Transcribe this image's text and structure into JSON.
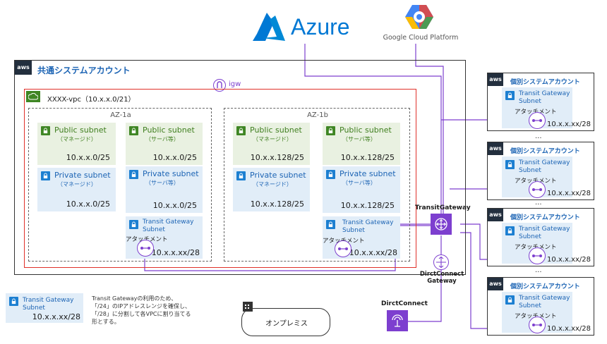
{
  "clouds": {
    "azure": "Azure",
    "gcp": "Google Cloud Platform"
  },
  "main_account": {
    "aws_logo": "aws",
    "title": "共通システムアカウント",
    "igw_label": "igw",
    "vpc_label": "XXXX-vpc（10.x.x.0/21）"
  },
  "az": [
    {
      "label": "AZ-1a",
      "subnets": [
        {
          "title": "Public subnet",
          "note": "（マネージド）",
          "cidr": "10.x.x.0/25"
        },
        {
          "title": "Public subnet",
          "note": "（サーバ等）",
          "cidr": "10.x.x.0/25"
        },
        {
          "title": "Private subnet",
          "note": "（マネージド）",
          "cidr": "10.x.x.0/25"
        },
        {
          "title": "Private subnet",
          "note": "（サーバ等）",
          "cidr": "10.x.x.0/25"
        }
      ],
      "tgw_subnet": {
        "title": "Transit Gateway\nSubnet",
        "attach": "アタッチメント",
        "cidr": "10.x.x.xx/28"
      }
    },
    {
      "label": "AZ-1b",
      "subnets": [
        {
          "title": "Public subnet",
          "note": "（マネージド）",
          "cidr": "10.x.x.128/25"
        },
        {
          "title": "Public subnet",
          "note": "（サーバ等）",
          "cidr": "10.x.x.128/25"
        },
        {
          "title": "Private subnet",
          "note": "（マネージド）",
          "cidr": "10.x.x.128/25"
        },
        {
          "title": "Private subnet",
          "note": "（サーバ等）",
          "cidr": "10.x.x.128/25"
        }
      ],
      "tgw_subnet": {
        "title": "Transit Gateway\nSubnet",
        "attach": "アタッチメント",
        "cidr": "10.x.x.xx/28"
      }
    }
  ],
  "transit_gateway_label": "TransitGateway",
  "direct_connect_gateway_label": "DirctConnect\nGateway",
  "direct_connect_label": "DirctConnect",
  "onprem_label": "オンプレミス",
  "individual_accounts": [
    {
      "aws_logo": "aws",
      "title": "個別システムアカウント",
      "tgw": "Transit Gateway\nSubnet",
      "attach": "アタッチメント",
      "cidr": "10.x.x.xx/28"
    },
    {
      "aws_logo": "aws",
      "title": "個別システムアカウント",
      "tgw": "Transit Gateway\nSubnet",
      "attach": "アタッチメント",
      "cidr": "10.x.x.xx/28"
    },
    {
      "aws_logo": "aws",
      "title": "個別システムアカウント",
      "tgw": "Transit Gateway\nSubnet",
      "attach": "アタッチメント",
      "cidr": "10.x.x.xx/28"
    },
    {
      "aws_logo": "aws",
      "title": "個別システムアカウント",
      "tgw": "Transit Gateway\nSubnet",
      "attach": "アタッチメント",
      "cidr": "10.x.x.xx/28"
    }
  ],
  "ellipsis": "...",
  "legend": {
    "title": "Transit Gateway\nSubnet",
    "cidr": "10.x.x.xx/28",
    "note": "Transit Gatewayの利用のため、\n「/24」のIPアドレスレンジを確保し、\n「/28」に分割して各VPCに割り当てる\n形とする。"
  },
  "colors": {
    "azure": "#0078d4",
    "vpc_border": "#e0312a",
    "tgw_purple": "#7d3fcf",
    "subnet_green": "#e9f1e1",
    "subnet_blue": "#e1edf8",
    "aws_dark": "#232f3e"
  }
}
